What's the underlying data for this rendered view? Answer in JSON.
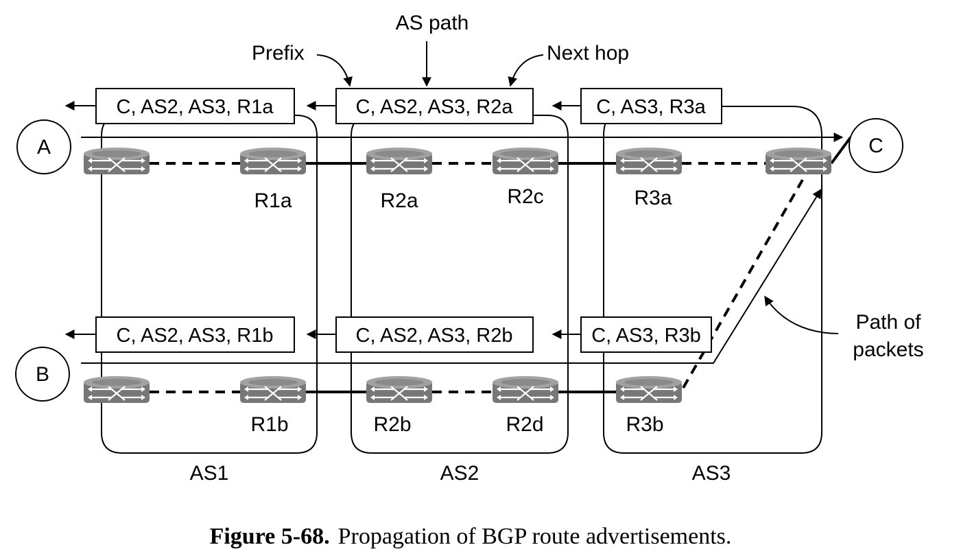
{
  "annotations": {
    "prefix": "Prefix",
    "as_path": "AS path",
    "next_hop": "Next hop",
    "path_of_packets_line1": "Path of",
    "path_of_packets_line2": "packets"
  },
  "advertisements": {
    "top_as1": "C, AS2, AS3, R1a",
    "top_as2": "C, AS2, AS3, R2a",
    "top_as3": "C, AS3, R3a",
    "bottom_as1": "C, AS2, AS3, R1b",
    "bottom_as2": "C, AS2, AS3, R2b",
    "bottom_as3": "C, AS3, R3b"
  },
  "hosts": {
    "a": "A",
    "b": "B",
    "c": "C"
  },
  "routers": {
    "r1a": "R1a",
    "r2a": "R2a",
    "r2c": "R2c",
    "r3a": "R3a",
    "r1b": "R1b",
    "r2b": "R2b",
    "r2d": "R2d",
    "r3b": "R3b"
  },
  "as_labels": {
    "as1": "AS1",
    "as2": "AS2",
    "as3": "AS3"
  },
  "caption": {
    "number": "Figure 5-68.",
    "text": "Propagation of BGP route advertisements."
  },
  "colors": {
    "router_body": "#7a7a7a",
    "router_top": "#9a9a9a",
    "line": "#000000"
  }
}
